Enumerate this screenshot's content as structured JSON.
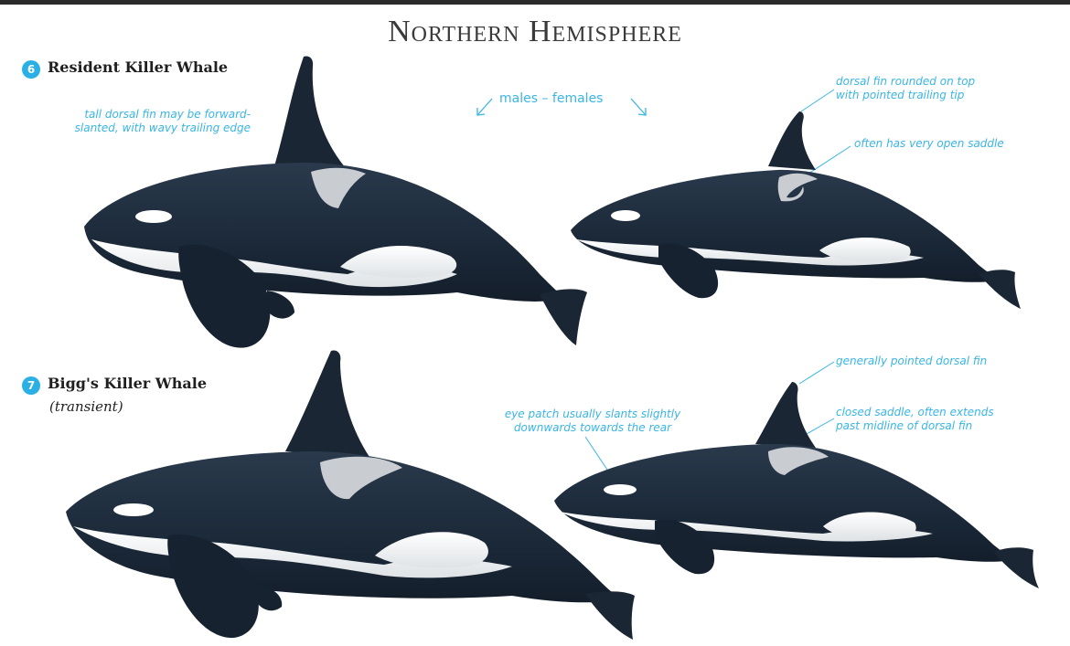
{
  "title": "Northern Hemisphere",
  "sex_label": "males – females",
  "species": [
    {
      "number": "6",
      "name": "Resident Killer Whale",
      "subname": "",
      "notes": [
        "tall dorsal fin may be forward-\nslanted, with wavy trailing edge",
        "dorsal fin rounded on top\nwith pointed trailing tip",
        "often has very open saddle"
      ]
    },
    {
      "number": "7",
      "name": "Bigg's Killer Whale",
      "subname": "(transient)",
      "notes": [
        "eye patch usually slants slightly\ndownwards towards the rear",
        "generally pointed dorsal fin",
        "closed saddle, often extends\npast midline of dorsal fin"
      ]
    }
  ],
  "colors": {
    "accent": "#39b5e6",
    "badge": "#2ab0e4",
    "whale_dark": "#1c2a3a",
    "whale_white": "#f4f4f2",
    "saddle": "#c9ccd0"
  },
  "illustrations": [
    "resident-male-orca",
    "resident-female-orca",
    "biggs-male-orca",
    "biggs-female-orca"
  ]
}
